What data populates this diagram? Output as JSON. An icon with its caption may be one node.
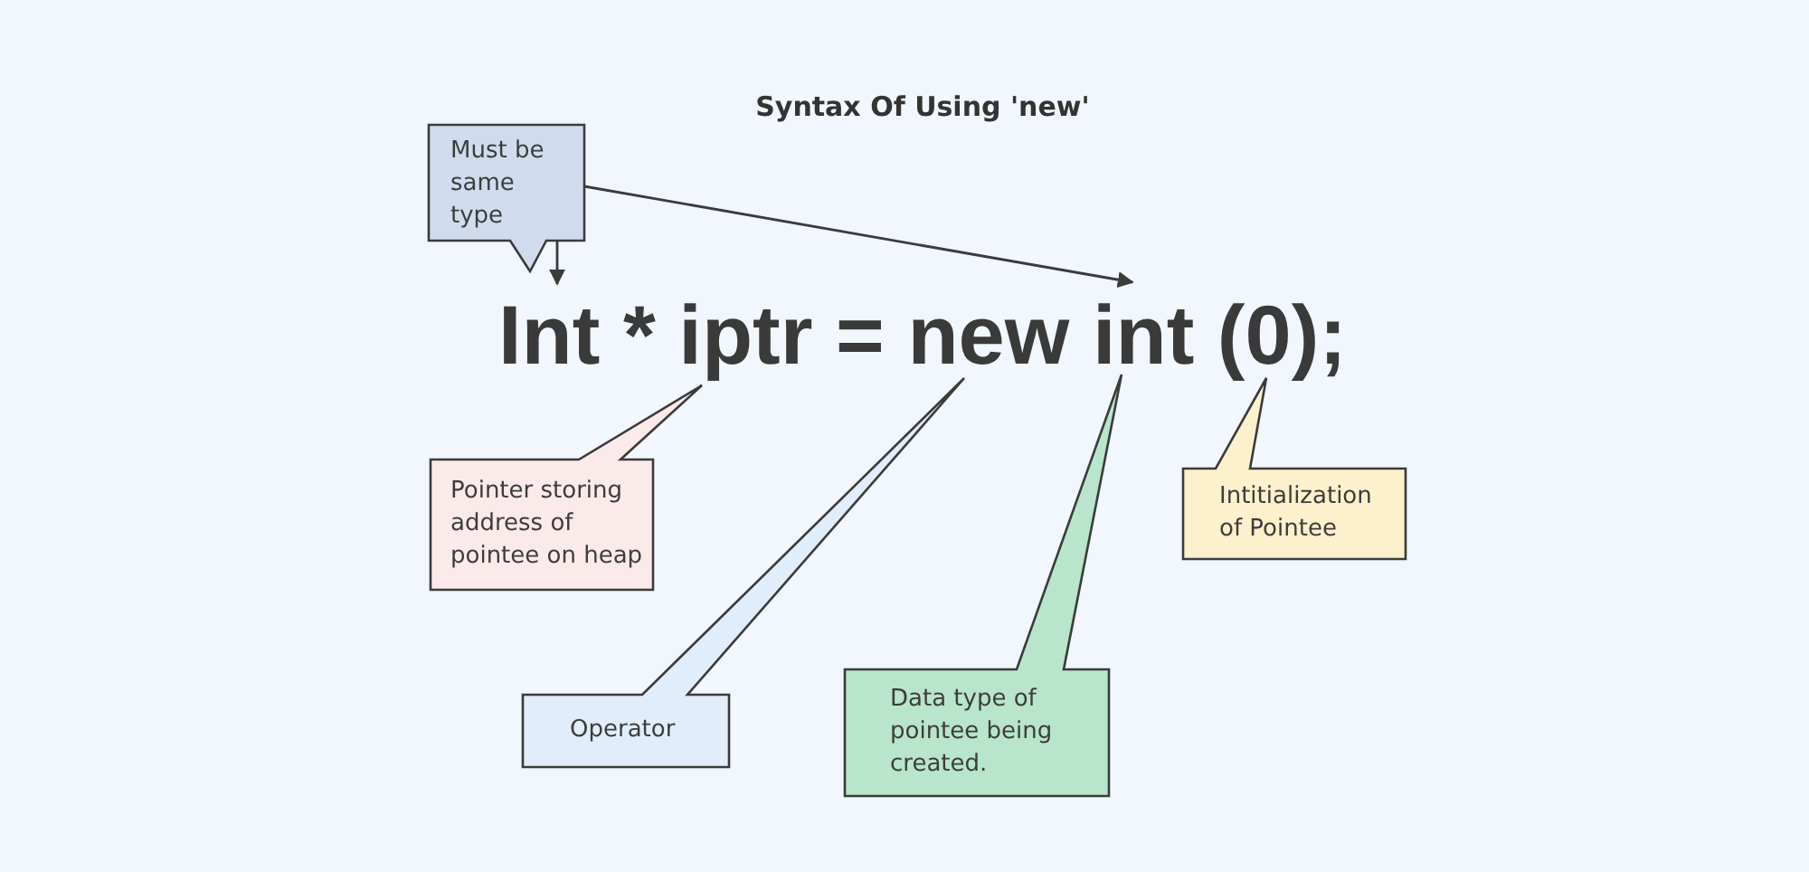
{
  "diagram": {
    "title": "Syntax Of Using 'new'",
    "nodes": [
      {
        "text": [
          "Must be same type"
        ]
      },
      {
        "text": [
          "Int * iptr = new int (0);"
        ]
      },
      {
        "text": [
          "Pointer storing address of pointee on heap"
        ]
      },
      {
        "text": [
          "Operator"
        ]
      },
      {
        "text": [
          "Data type of pointee being created."
        ]
      },
      {
        "text": [
          "Intitialization of Pointee"
        ]
      }
    ],
    "edges": [
      {
        "from": 0,
        "to": 1,
        "arrow": "to"
      },
      {
        "from": 0,
        "to": 1,
        "arrow": "to"
      }
    ]
  }
}
